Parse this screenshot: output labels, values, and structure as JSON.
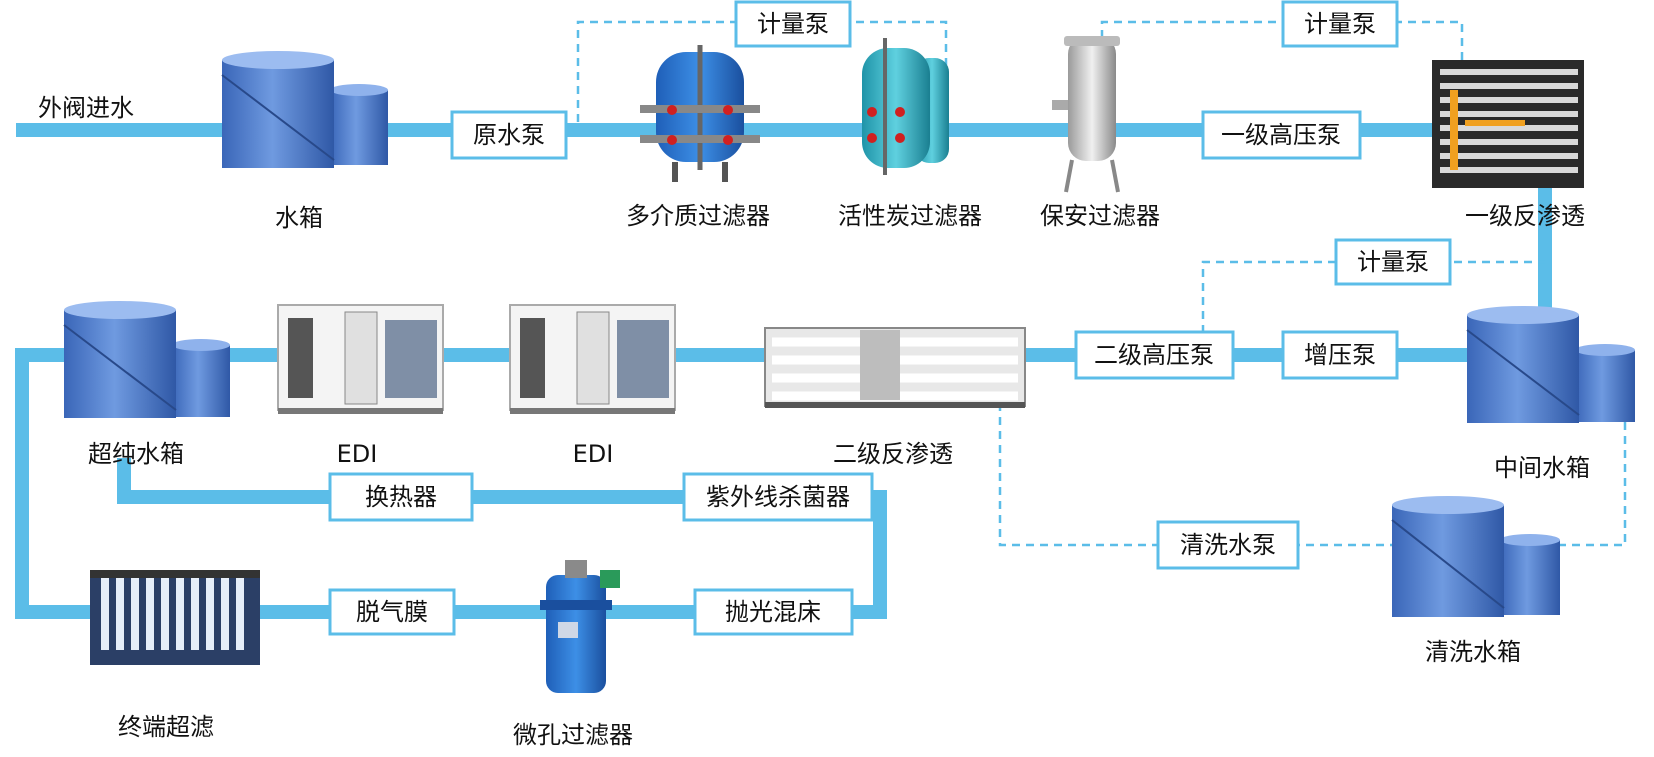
{
  "colors": {
    "pipe": "#5bbde8",
    "tank": "#4a7fd0",
    "filter_blue": "#2e7dd6",
    "filter_teal": "#3bb7c9",
    "text": "#111111"
  },
  "inlet_label": "外阀进水",
  "components": {
    "water_tank": "水箱",
    "multi_media_filter": "多介质过滤器",
    "carbon_filter": "活性炭过滤器",
    "security_filter": "保安过滤器",
    "ro1": "一级反渗透",
    "ultrapure_tank": "超纯水箱",
    "edi1": "EDI",
    "edi2": "EDI",
    "ro2": "二级反渗透",
    "mid_tank": "中间水箱",
    "clean_tank": "清洗水箱",
    "terminal_uf": "终端超滤",
    "micro_filter": "微孔过滤器"
  },
  "boxes": {
    "raw_pump": "原水泵",
    "dosing_pump_1": "计量泵",
    "dosing_pump_2": "计量泵",
    "hp_pump_1": "一级高压泵",
    "dosing_pump_3": "计量泵",
    "hp_pump_2": "二级高压泵",
    "booster_pump": "增压泵",
    "clean_pump": "清洗水泵",
    "heat_exchanger": "换热器",
    "uv_sterilizer": "紫外线杀菌器",
    "degas_membrane": "脱气膜",
    "polish_bed": "抛光混床"
  }
}
